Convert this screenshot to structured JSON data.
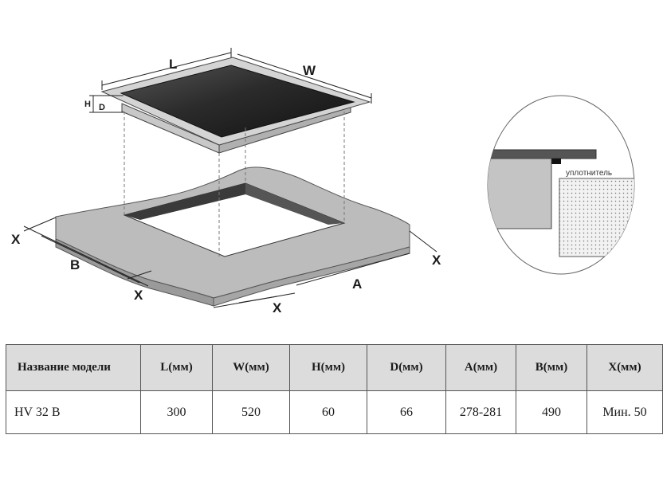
{
  "diagram": {
    "labels": {
      "L": "L",
      "W": "W",
      "H": "H",
      "D": "D",
      "B": "B",
      "A": "A",
      "X": "X"
    },
    "seal_label": "уплотнитель"
  },
  "table": {
    "headers": [
      "Название модели",
      "L(мм)",
      "W(мм)",
      "H(мм)",
      "D(мм)",
      "A(мм)",
      "B(мм)",
      "X(мм)"
    ],
    "rows": [
      [
        "HV 32 B",
        "300",
        "520",
        "60",
        "66",
        "278-281",
        "490",
        "Мин. 50"
      ]
    ]
  },
  "colors": {
    "glass": "#2b2b2b",
    "countertop": "#b3b3b3",
    "header_bg": "#dcdcdc"
  }
}
